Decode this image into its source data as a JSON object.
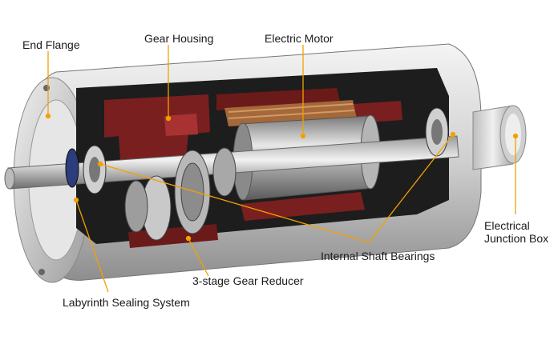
{
  "labels": {
    "end_flange": "End Flange",
    "gear_housing": "Gear Housing",
    "electric_motor": "Electric Motor",
    "junction_box_line1": "Electrical",
    "junction_box_line2": "Junction Box",
    "internal_bearings": "Internal Shaft Bearings",
    "gear_reducer": "3-stage Gear Reducer",
    "labyrinth_sealing": "Labyrinth Sealing System"
  },
  "colors": {
    "leader": "#f2a100",
    "housing_red": "#7a1f1f",
    "metal_dark": "#2b2b2b",
    "metal_light": "#d9d9d9"
  }
}
